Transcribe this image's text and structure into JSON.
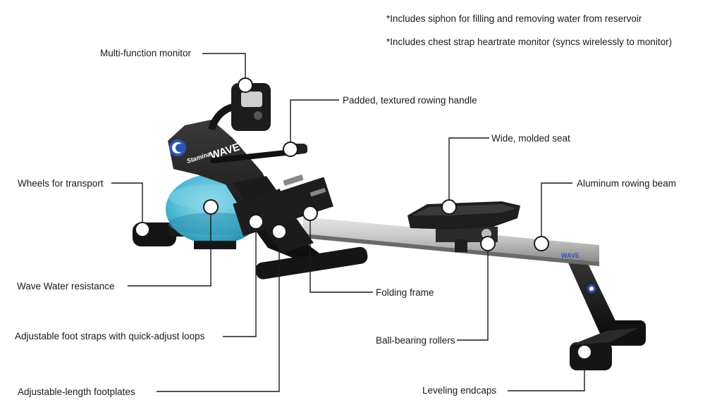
{
  "notes": {
    "siphon": "*Includes siphon for filling and removing water from reservoir",
    "chest_strap": "*Includes chest strap heartrate monitor (syncs wirelessly to monitor)"
  },
  "callouts": {
    "monitor": "Multi-function monitor",
    "handle": "Padded, textured rowing handle",
    "seat": "Wide, molded seat",
    "beam": "Aluminum rowing beam",
    "wheels": "Wheels for transport",
    "water": "Wave Water resistance",
    "folding": "Folding frame",
    "straps": "Adjustable foot straps with quick-adjust loops",
    "rollers": "Ball-bearing rollers",
    "footplates": "Adjustable-length footplates",
    "endcaps": "Leveling endcaps"
  },
  "branding": {
    "logo_brand": "Stamina",
    "logo_product": "WAVE",
    "beam_decal": "WAVE"
  },
  "colors": {
    "frame": "#161616",
    "water_tank": "#46b6d2",
    "beam": "#c9c9c9",
    "logo_blue": "#2d55b8"
  }
}
